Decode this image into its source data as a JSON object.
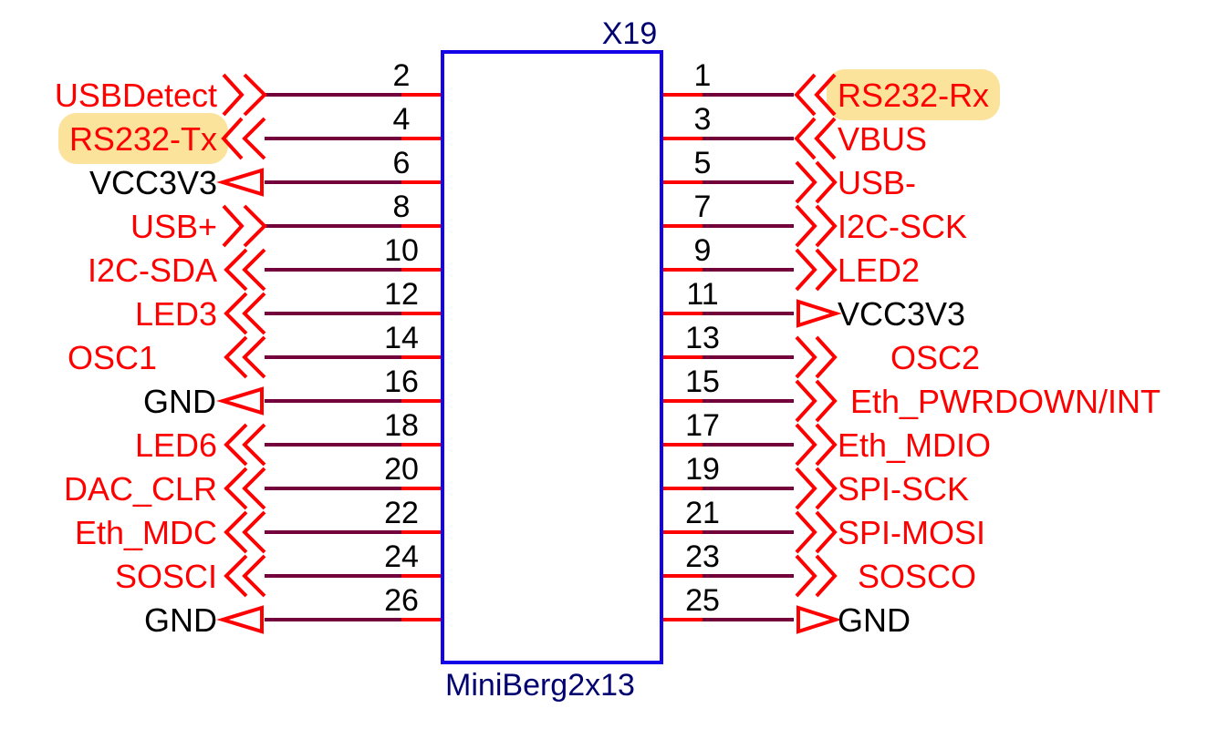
{
  "component": {
    "designator": "X19",
    "part_name": "MiniBerg2x13"
  },
  "colors": {
    "body_outline": "#1400e6",
    "component_text": "#000070",
    "pin_stub": "#ff0000",
    "wire": "#73003a",
    "net_label": "#ff0000",
    "power_label": "#000000",
    "highlight": "#fbe39b"
  },
  "left_pins": [
    {
      "pin": "2",
      "net": "USBDetect",
      "kind": "port-in",
      "highlight": false
    },
    {
      "pin": "4",
      "net": "RS232-Tx",
      "kind": "port-out",
      "highlight": true
    },
    {
      "pin": "6",
      "net": "VCC3V3",
      "kind": "power",
      "highlight": false
    },
    {
      "pin": "8",
      "net": "USB+",
      "kind": "port-in",
      "highlight": false
    },
    {
      "pin": "10",
      "net": "I2C-SDA",
      "kind": "port-bi",
      "highlight": false
    },
    {
      "pin": "12",
      "net": "LED3",
      "kind": "port-bi",
      "highlight": false
    },
    {
      "pin": "14",
      "net": "OSC1",
      "kind": "port-bi",
      "highlight": false
    },
    {
      "pin": "16",
      "net": "GND",
      "kind": "power",
      "highlight": false
    },
    {
      "pin": "18",
      "net": "LED6",
      "kind": "port-bi",
      "highlight": false
    },
    {
      "pin": "20",
      "net": "DAC_CLR",
      "kind": "port-bi",
      "highlight": false
    },
    {
      "pin": "22",
      "net": "Eth_MDC",
      "kind": "port-bi",
      "highlight": false
    },
    {
      "pin": "24",
      "net": "SOSCI",
      "kind": "port-bi",
      "highlight": false
    },
    {
      "pin": "26",
      "net": "GND",
      "kind": "power",
      "highlight": false
    }
  ],
  "right_pins": [
    {
      "pin": "1",
      "net": "RS232-Rx",
      "kind": "port-in",
      "highlight": true
    },
    {
      "pin": "3",
      "net": "VBUS",
      "kind": "port-in",
      "highlight": false
    },
    {
      "pin": "5",
      "net": "USB-",
      "kind": "port-bi",
      "highlight": false
    },
    {
      "pin": "7",
      "net": "I2C-SCK",
      "kind": "port-bi",
      "highlight": false
    },
    {
      "pin": "9",
      "net": "LED2",
      "kind": "port-bi",
      "highlight": false
    },
    {
      "pin": "11",
      "net": "VCC3V3",
      "kind": "power",
      "highlight": false
    },
    {
      "pin": "13",
      "net": "OSC2",
      "kind": "port-bi",
      "highlight": false
    },
    {
      "pin": "15",
      "net": "Eth_PWRDOWN/INT",
      "kind": "port-bi",
      "highlight": false
    },
    {
      "pin": "17",
      "net": "Eth_MDIO",
      "kind": "port-bi",
      "highlight": false
    },
    {
      "pin": "19",
      "net": "SPI-SCK",
      "kind": "port-bi",
      "highlight": false
    },
    {
      "pin": "21",
      "net": "SPI-MOSI",
      "kind": "port-bi",
      "highlight": false
    },
    {
      "pin": "23",
      "net": "SOSCO",
      "kind": "port-bi",
      "highlight": false
    },
    {
      "pin": "25",
      "net": "GND",
      "kind": "power",
      "highlight": false
    }
  ]
}
